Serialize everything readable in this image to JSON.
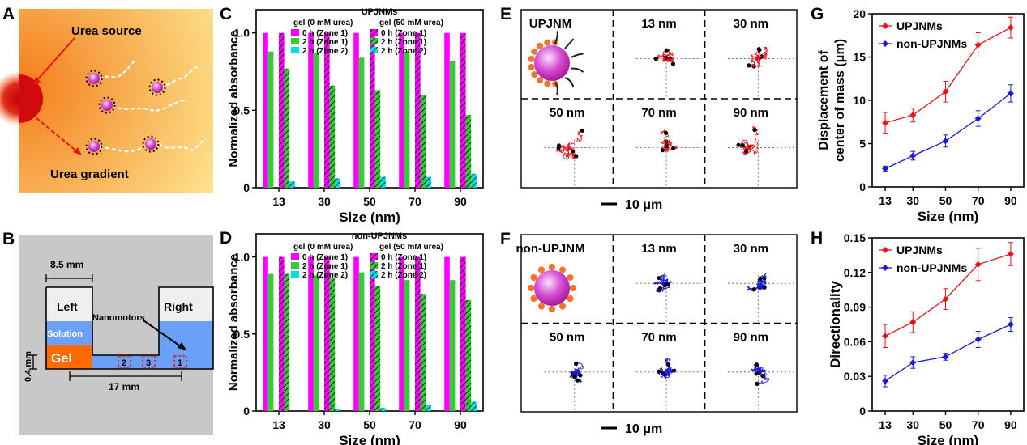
{
  "panel_letters": {
    "A": "A",
    "B": "B",
    "C": "C",
    "D": "D",
    "E": "E",
    "F": "F",
    "G": "G",
    "H": "H"
  },
  "panel_a": {
    "urea_source": "Urea source",
    "urea_gradient": "Urea gradient"
  },
  "panel_b": {
    "width_label": "8.5 mm",
    "left": "Left",
    "right": "Right",
    "solution": "Solution",
    "nanomotors": "Nanomotors",
    "gel": "Gel",
    "height_label": "0.4 mm",
    "length_label": "17 mm",
    "zones": [
      "2",
      "3",
      "1"
    ]
  },
  "panel_e": {
    "labels": [
      "UPJNM",
      "13 nm",
      "30 nm",
      "50 nm",
      "70 nm",
      "90 nm"
    ],
    "scale_bar": "10 μm",
    "trace_color": "#e8141a"
  },
  "panel_f": {
    "labels": [
      "non-UPJNM",
      "13 nm",
      "30 nm",
      "50 nm",
      "70 nm",
      "90 nm"
    ],
    "scale_bar": "10 μm",
    "trace_color": "#1a1ad8"
  },
  "chart_data": [
    {
      "panel": "C",
      "type": "bar",
      "legend_title": "UPJNMs",
      "legend_headers": [
        "gel (0 mM urea)",
        "gel (50 mM urea)"
      ],
      "xlabel": "Size (nm)",
      "ylabel": "Normalized absorbance",
      "categories": [
        "13",
        "30",
        "50",
        "70",
        "90"
      ],
      "ylim": [
        0,
        1.15
      ],
      "yticks": [
        "0",
        "0.5",
        "1.0"
      ],
      "series": [
        {
          "name": "0 h (Zone 1)",
          "group": "gel (0 mM urea)",
          "color": "#ff00ff",
          "pattern": "solid",
          "values": [
            1.0,
            1.0,
            1.0,
            1.0,
            1.0
          ]
        },
        {
          "name": "2 h (Zone 1)",
          "group": "gel (0 mM urea)",
          "color": "#33cc33",
          "pattern": "solid",
          "values": [
            0.88,
            0.87,
            0.84,
            0.88,
            0.82
          ]
        },
        {
          "name": "2 h (Zone 2)",
          "group": "gel (0 mM urea)",
          "color": "#00e0e0",
          "pattern": "solid",
          "values": [
            0.0,
            0.0,
            0.0,
            0.0,
            0.0
          ]
        },
        {
          "name": "0 h (Zone 1)",
          "group": "gel (50 mM urea)",
          "color": "#ff00ff",
          "pattern": "hatch",
          "values": [
            1.0,
            1.0,
            1.0,
            1.0,
            1.0
          ]
        },
        {
          "name": "2 h (Zone 1)",
          "group": "gel (50 mM urea)",
          "color": "#33cc33",
          "pattern": "hatch",
          "values": [
            0.77,
            0.66,
            0.63,
            0.6,
            0.47
          ]
        },
        {
          "name": "2 h (Zone 2)",
          "group": "gel (50 mM urea)",
          "color": "#00e0e0",
          "pattern": "hatch",
          "values": [
            0.04,
            0.06,
            0.07,
            0.07,
            0.09
          ]
        }
      ]
    },
    {
      "panel": "D",
      "type": "bar",
      "legend_title": "non-UPJNMs",
      "legend_headers": [
        "gel (0 mM urea)",
        "gel (50 mM urea)"
      ],
      "xlabel": "Size (nm)",
      "ylabel": "Normalized absorbance",
      "categories": [
        "13",
        "30",
        "50",
        "70",
        "90"
      ],
      "ylim": [
        0,
        1.15
      ],
      "yticks": [
        "0",
        "0.5",
        "1.0"
      ],
      "series": [
        {
          "name": "0 h (Zone 1)",
          "group": "gel (0 mM urea)",
          "color": "#ff00ff",
          "pattern": "solid",
          "values": [
            1.0,
            1.0,
            1.0,
            1.0,
            1.0
          ]
        },
        {
          "name": "2 h (Zone 1)",
          "group": "gel (0 mM urea)",
          "color": "#33cc33",
          "pattern": "solid",
          "values": [
            0.89,
            0.88,
            0.9,
            0.85,
            0.85
          ]
        },
        {
          "name": "2 h (Zone 2)",
          "group": "gel (0 mM urea)",
          "color": "#00e0e0",
          "pattern": "solid",
          "values": [
            0.0,
            0.0,
            0.0,
            0.0,
            0.0
          ]
        },
        {
          "name": "0 h (Zone 1)",
          "group": "gel (50 mM urea)",
          "color": "#ff00ff",
          "pattern": "hatch",
          "values": [
            1.0,
            1.0,
            1.0,
            1.0,
            1.0
          ]
        },
        {
          "name": "2 h (Zone 1)",
          "group": "gel (50 mM urea)",
          "color": "#33cc33",
          "pattern": "hatch",
          "values": [
            0.89,
            0.86,
            0.81,
            0.76,
            0.72
          ]
        },
        {
          "name": "2 h (Zone 2)",
          "group": "gel (50 mM urea)",
          "color": "#00e0e0",
          "pattern": "hatch",
          "values": [
            0.0,
            0.01,
            0.02,
            0.04,
            0.06
          ]
        }
      ]
    },
    {
      "panel": "G",
      "type": "line",
      "xlabel": "Size (nm)",
      "ylabel": "Displacement of center of mass (μm)",
      "x": [
        13,
        30,
        50,
        70,
        90
      ],
      "xlim": [
        5,
        98
      ],
      "ylim": [
        0,
        20
      ],
      "yticks": [
        0,
        5,
        10,
        15,
        20
      ],
      "series": [
        {
          "name": "UPJNMs",
          "color": "#e8141a",
          "values": [
            7.4,
            8.3,
            11.0,
            16.4,
            18.4
          ],
          "errors": [
            1.2,
            0.8,
            1.2,
            1.4,
            1.2
          ]
        },
        {
          "name": "non-UPJNMs",
          "color": "#1a1ad8",
          "values": [
            2.1,
            3.6,
            5.3,
            7.9,
            10.8
          ],
          "errors": [
            0.3,
            0.5,
            0.7,
            0.9,
            1.0
          ]
        }
      ]
    },
    {
      "panel": "H",
      "type": "line",
      "xlabel": "Size (nm)",
      "ylabel": "Directionality",
      "x": [
        13,
        30,
        50,
        70,
        90
      ],
      "xlim": [
        5,
        98
      ],
      "ylim": [
        0,
        0.15
      ],
      "yticks": [
        0,
        0.03,
        0.06,
        0.09,
        0.12,
        0.15
      ],
      "yticklabels": [
        "0",
        "0.03",
        "0.06",
        "0.09",
        "0.12",
        "0.15"
      ],
      "series": [
        {
          "name": "UPJNMs",
          "color": "#e8141a",
          "values": [
            0.065,
            0.077,
            0.097,
            0.127,
            0.136
          ],
          "errors": [
            0.01,
            0.009,
            0.009,
            0.014,
            0.01
          ]
        },
        {
          "name": "non-UPJNMs",
          "color": "#1a1ad8",
          "values": [
            0.026,
            0.042,
            0.047,
            0.062,
            0.075
          ],
          "errors": [
            0.005,
            0.005,
            0.003,
            0.007,
            0.006
          ]
        }
      ]
    }
  ]
}
